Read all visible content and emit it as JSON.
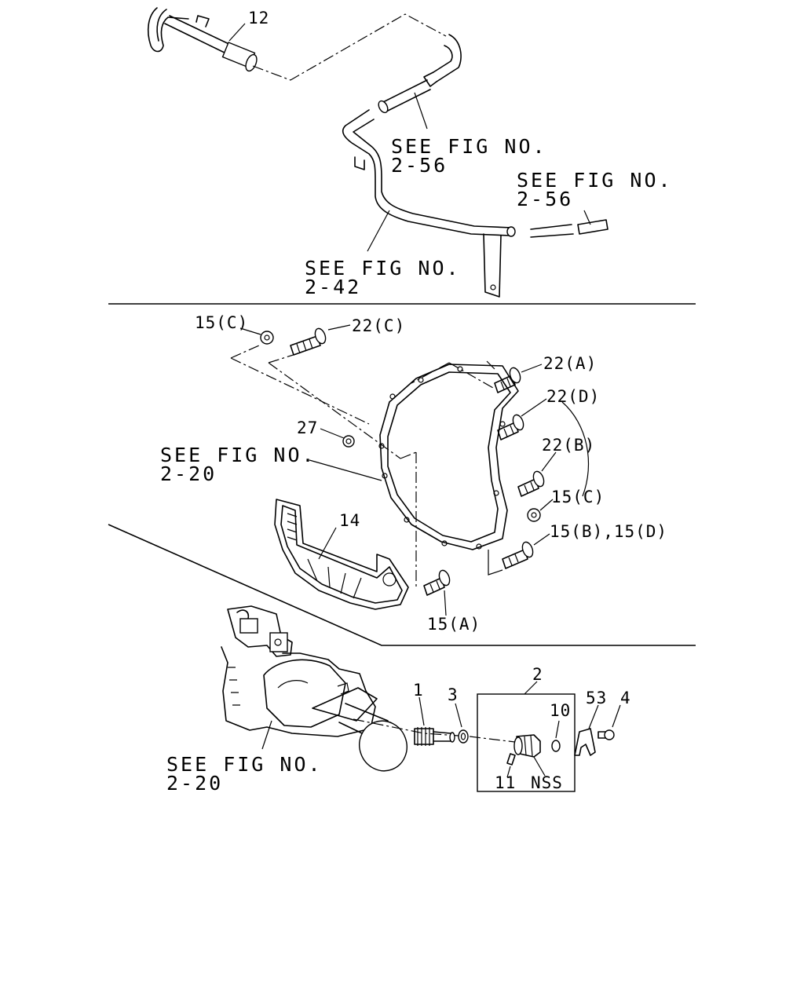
{
  "callouts": {
    "p12": "12",
    "p15c_top": "15(C)",
    "p22c": "22(C)",
    "p22a": "22(A)",
    "p22d": "22(D)",
    "p22b": "22(B)",
    "p27": "27",
    "p15c_right": "15(C)",
    "p15bd": "15(B),15(D)",
    "p14": "14",
    "p15a": "15(A)",
    "p2": "2",
    "p1": "1",
    "p3": "3",
    "p10": "10",
    "p53": "53",
    "p4": "4",
    "p11": "11",
    "nss": "NSS"
  },
  "references": {
    "ref1": {
      "line1": "SEE FIG NO.",
      "line2": "2-56"
    },
    "ref2": {
      "line1": "SEE FIG NO.",
      "line2": "2-56"
    },
    "ref3": {
      "line1": "SEE FIG NO.",
      "line2": "2-42"
    },
    "ref4": {
      "line1": "SEE FIG NO.",
      "line2": "2-20"
    },
    "ref5": {
      "line1": "SEE FIG NO.",
      "line2": "2-20"
    }
  }
}
